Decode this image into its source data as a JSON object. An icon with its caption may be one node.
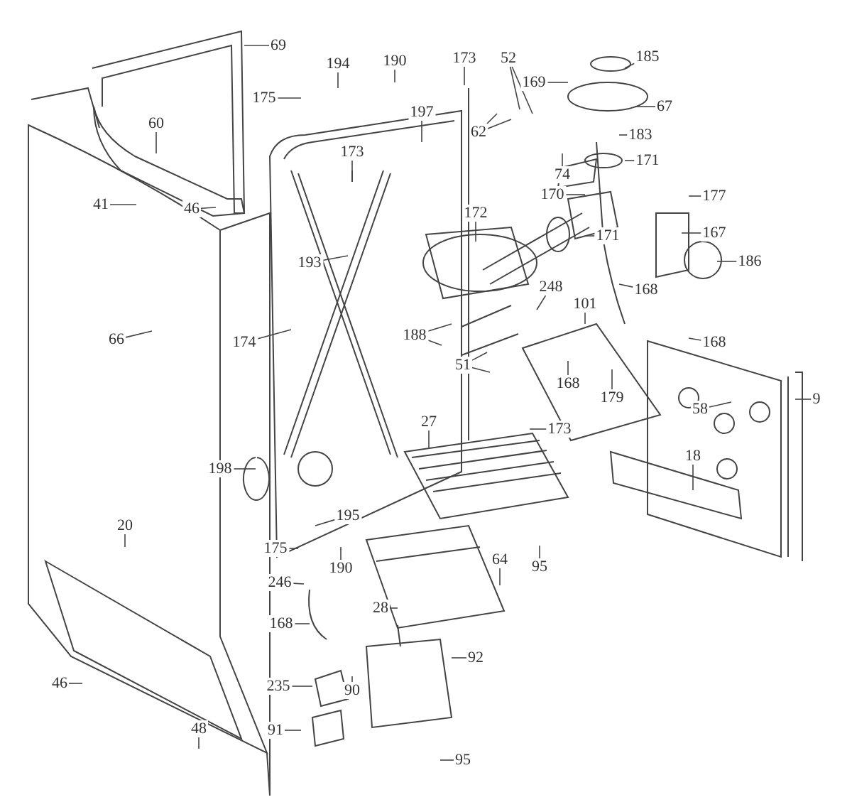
{
  "diagram": {
    "nodes": [
      {
        "text": [
          "69"
        ]
      },
      {
        "text": [
          "194"
        ]
      },
      {
        "text": [
          "190"
        ]
      },
      {
        "text": [
          "175"
        ]
      },
      {
        "text": [
          "173"
        ]
      },
      {
        "text": [
          "52"
        ]
      },
      {
        "text": [
          "169"
        ]
      },
      {
        "text": [
          "185"
        ]
      },
      {
        "text": [
          "67"
        ]
      },
      {
        "text": [
          "62"
        ]
      },
      {
        "text": [
          "197"
        ]
      },
      {
        "text": [
          "183"
        ]
      },
      {
        "text": [
          "60"
        ]
      },
      {
        "text": [
          "173"
        ]
      },
      {
        "text": [
          "74"
        ]
      },
      {
        "text": [
          "171"
        ]
      },
      {
        "text": [
          "41"
        ]
      },
      {
        "text": [
          "46"
        ]
      },
      {
        "text": [
          "177"
        ]
      },
      {
        "text": [
          "170"
        ]
      },
      {
        "text": [
          "172"
        ]
      },
      {
        "text": [
          "171"
        ]
      },
      {
        "text": [
          "167"
        ]
      },
      {
        "text": [
          "186"
        ]
      },
      {
        "text": [
          "193"
        ]
      },
      {
        "text": [
          "66"
        ]
      },
      {
        "text": [
          "174"
        ]
      },
      {
        "text": [
          "248"
        ]
      },
      {
        "text": [
          "101"
        ]
      },
      {
        "text": [
          "168"
        ]
      },
      {
        "text": [
          "188"
        ]
      },
      {
        "text": [
          "168"
        ]
      },
      {
        "text": [
          "51"
        ]
      },
      {
        "text": [
          "168"
        ]
      },
      {
        "text": [
          "179"
        ]
      },
      {
        "text": [
          "58"
        ]
      },
      {
        "text": [
          "9"
        ]
      },
      {
        "text": [
          "27"
        ]
      },
      {
        "text": [
          "173"
        ]
      },
      {
        "text": [
          "198"
        ]
      },
      {
        "text": [
          "18"
        ]
      },
      {
        "text": [
          "195"
        ]
      },
      {
        "text": [
          "20"
        ]
      },
      {
        "text": [
          "175"
        ]
      },
      {
        "text": [
          "190"
        ]
      },
      {
        "text": [
          "64"
        ]
      },
      {
        "text": [
          "95"
        ]
      },
      {
        "text": [
          "246"
        ]
      },
      {
        "text": [
          "28"
        ]
      },
      {
        "text": [
          "168"
        ]
      },
      {
        "text": [
          "92"
        ]
      },
      {
        "text": [
          "235"
        ]
      },
      {
        "text": [
          "90"
        ]
      },
      {
        "text": [
          "46"
        ]
      },
      {
        "text": [
          "91"
        ]
      },
      {
        "text": [
          "48"
        ]
      },
      {
        "text": [
          "95"
        ]
      }
    ],
    "edges": [
      {
        "from": 0,
        "to": null,
        "arrow": "none"
      },
      {
        "from": 1,
        "to": null,
        "arrow": "none"
      },
      {
        "from": 2,
        "to": null,
        "arrow": "none"
      },
      {
        "from": 3,
        "to": null,
        "arrow": "none"
      },
      {
        "from": 4,
        "to": null,
        "arrow": "none"
      },
      {
        "from": 5,
        "to": null,
        "arrow": "none"
      },
      {
        "from": 5,
        "to": null,
        "arrow": "none"
      },
      {
        "from": 6,
        "to": null,
        "arrow": "none"
      },
      {
        "from": 7,
        "to": null,
        "arrow": "none"
      },
      {
        "from": 8,
        "to": null,
        "arrow": "none"
      },
      {
        "from": 9,
        "to": null,
        "arrow": "none"
      },
      {
        "from": 9,
        "to": null,
        "arrow": "none"
      },
      {
        "from": 10,
        "to": null,
        "arrow": "none"
      },
      {
        "from": 11,
        "to": null,
        "arrow": "none"
      },
      {
        "from": 12,
        "to": null,
        "arrow": "none"
      },
      {
        "from": 13,
        "to": null,
        "arrow": "none"
      },
      {
        "from": 14,
        "to": null,
        "arrow": "none"
      },
      {
        "from": 15,
        "to": null,
        "arrow": "none"
      },
      {
        "from": 16,
        "to": null,
        "arrow": "none"
      },
      {
        "from": 17,
        "to": null,
        "arrow": "none"
      },
      {
        "from": 18,
        "to": null,
        "arrow": "none"
      },
      {
        "from": 19,
        "to": null,
        "arrow": "none"
      },
      {
        "from": 20,
        "to": null,
        "arrow": "none"
      },
      {
        "from": 21,
        "to": null,
        "arrow": "none"
      },
      {
        "from": 22,
        "to": null,
        "arrow": "none"
      },
      {
        "from": 23,
        "to": null,
        "arrow": "none"
      },
      {
        "from": 24,
        "to": null,
        "arrow": "none"
      },
      {
        "from": 25,
        "to": null,
        "arrow": "none"
      },
      {
        "from": 26,
        "to": null,
        "arrow": "none"
      },
      {
        "from": 27,
        "to": null,
        "arrow": "none"
      },
      {
        "from": 28,
        "to": null,
        "arrow": "none"
      },
      {
        "from": 29,
        "to": null,
        "arrow": "none"
      },
      {
        "from": 30,
        "to": null,
        "arrow": "none"
      },
      {
        "from": 30,
        "to": null,
        "arrow": "none"
      },
      {
        "from": 31,
        "to": null,
        "arrow": "none"
      },
      {
        "from": 32,
        "to": null,
        "arrow": "none"
      },
      {
        "from": 32,
        "to": null,
        "arrow": "none"
      },
      {
        "from": 33,
        "to": null,
        "arrow": "none"
      },
      {
        "from": 34,
        "to": null,
        "arrow": "none"
      },
      {
        "from": 35,
        "to": null,
        "arrow": "none"
      },
      {
        "from": 36,
        "to": null,
        "arrow": "none"
      },
      {
        "from": 37,
        "to": null,
        "arrow": "none"
      },
      {
        "from": 38,
        "to": null,
        "arrow": "none"
      },
      {
        "from": 39,
        "to": null,
        "arrow": "none"
      },
      {
        "from": 40,
        "to": null,
        "arrow": "none"
      },
      {
        "from": 41,
        "to": null,
        "arrow": "none"
      },
      {
        "from": 42,
        "to": null,
        "arrow": "none"
      },
      {
        "from": 43,
        "to": null,
        "arrow": "none"
      },
      {
        "from": 44,
        "to": null,
        "arrow": "none"
      },
      {
        "from": 45,
        "to": null,
        "arrow": "none"
      },
      {
        "from": 46,
        "to": null,
        "arrow": "none"
      },
      {
        "from": 47,
        "to": null,
        "arrow": "none"
      },
      {
        "from": 48,
        "to": null,
        "arrow": "none"
      },
      {
        "from": 49,
        "to": null,
        "arrow": "none"
      },
      {
        "from": 50,
        "to": null,
        "arrow": "none"
      },
      {
        "from": 51,
        "to": null,
        "arrow": "none"
      },
      {
        "from": 52,
        "to": null,
        "arrow": "none"
      },
      {
        "from": 53,
        "to": null,
        "arrow": "none"
      },
      {
        "from": 54,
        "to": null,
        "arrow": "none"
      },
      {
        "from": 55,
        "to": null,
        "arrow": "none"
      },
      {
        "from": 56,
        "to": null,
        "arrow": "none"
      }
    ]
  }
}
